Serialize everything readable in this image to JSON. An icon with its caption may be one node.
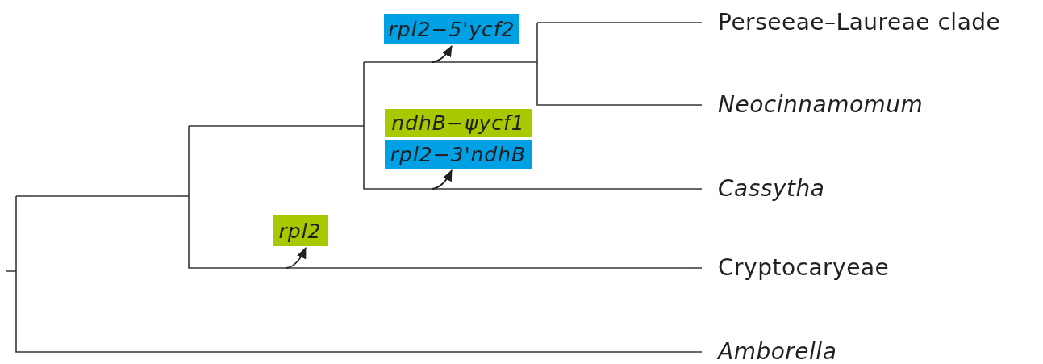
{
  "diagram": {
    "nodes": [
      {
        "text": [
          "rpl2−5'ycf2"
        ]
      },
      {
        "text": [
          "ndhB−ψycf1"
        ]
      },
      {
        "text": [
          "rpl2−3'ndhB"
        ]
      },
      {
        "text": [
          "rpl2"
        ]
      }
    ],
    "edges": [
      {
        "from": null,
        "to": 0,
        "arrow": "to"
      },
      {
        "from": null,
        "to": 2,
        "arrow": "to"
      },
      {
        "from": null,
        "to": 3,
        "arrow": "to"
      }
    ],
    "labels": [
      "Perseeae–Laureae clade",
      "Neocinnamomum",
      "Cassytha",
      "Cryptocaryeae",
      "Amborella"
    ]
  }
}
